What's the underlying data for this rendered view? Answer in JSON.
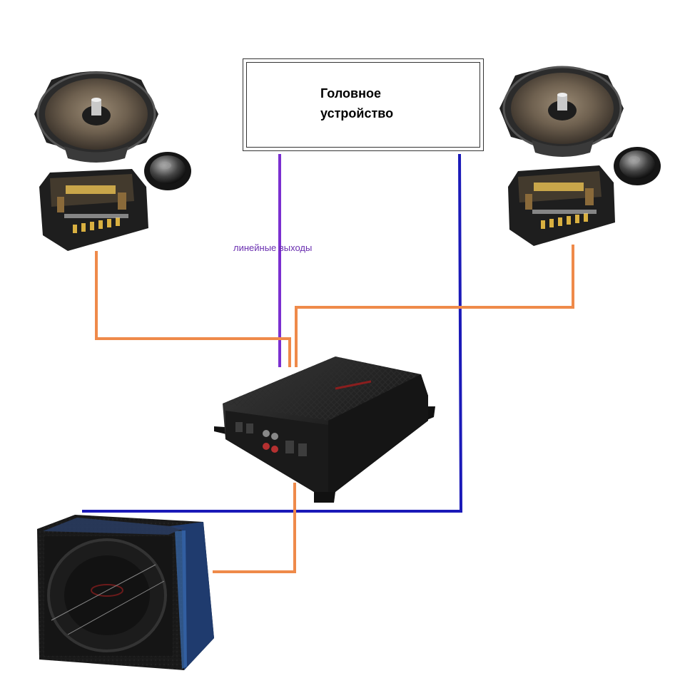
{
  "head_unit": {
    "label": "Головное\nустройство"
  },
  "wires": {
    "line_outputs_label": "линейные выходы",
    "colors": {
      "line_output": "#7b2fd0",
      "remote_power": "#1b1ab8",
      "speaker": "#ef8a4a"
    }
  },
  "components": {
    "left_speaker_icon": "component-speaker-set",
    "right_speaker_icon": "component-speaker-set",
    "amplifier_icon": "car-amplifier",
    "subwoofer_icon": "subwoofer-enclosure"
  }
}
